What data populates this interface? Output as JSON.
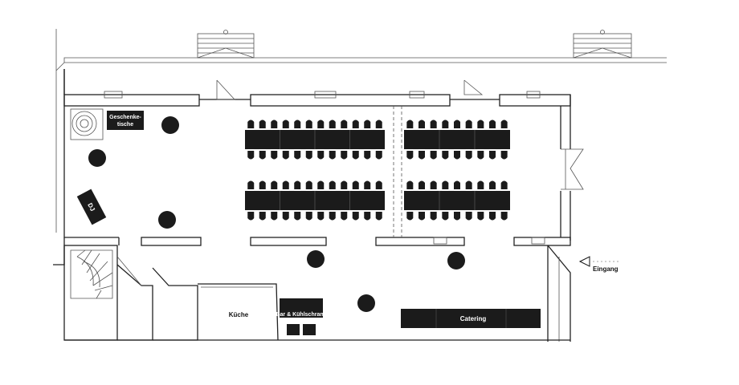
{
  "labels": {
    "gifts_line1": "Geschenke-",
    "gifts_line2": "tische",
    "dj": "DJ",
    "kitchen": "Küche",
    "bar": "Bar & Kühlschrank",
    "catering": "Catering",
    "entrance": "Eingang"
  }
}
